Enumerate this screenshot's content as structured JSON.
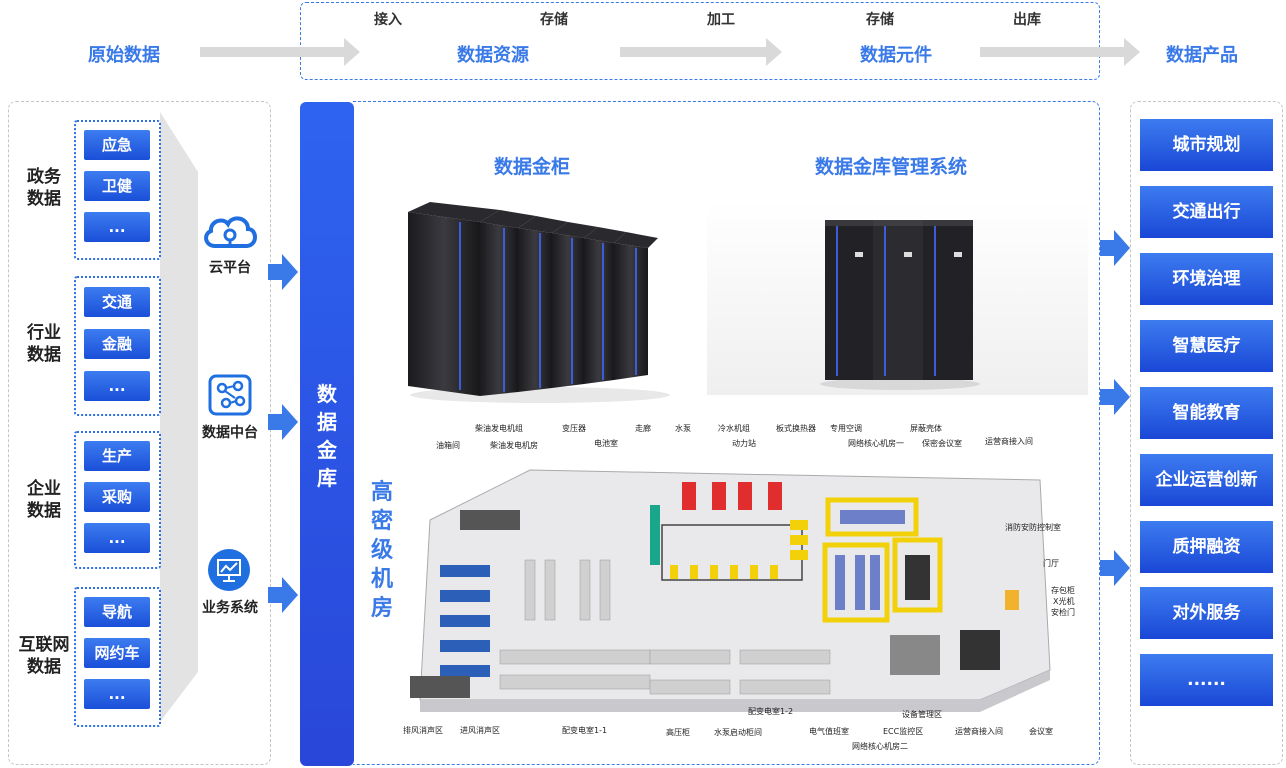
{
  "top_flow": {
    "raw_data": "原始数据",
    "data_resource": "数据资源",
    "data_element": "数据元件",
    "data_product": "数据产品",
    "steps": [
      "接入",
      "存储",
      "加工",
      "存储",
      "出库"
    ]
  },
  "sources": [
    {
      "label_lines": [
        "政务",
        "数据"
      ],
      "tags": [
        "应急",
        "卫健",
        "..."
      ]
    },
    {
      "label_lines": [
        "行业",
        "数据"
      ],
      "tags": [
        "交通",
        "金融",
        "..."
      ]
    },
    {
      "label_lines": [
        "企业",
        "数据"
      ],
      "tags": [
        "生产",
        "采购",
        "..."
      ]
    },
    {
      "label_lines": [
        "互联网",
        "数据"
      ],
      "tags": [
        "导航",
        "网约车",
        "..."
      ]
    }
  ],
  "platforms": [
    {
      "label": "云平台",
      "icon": "cloud-icon"
    },
    {
      "label": "数据中台",
      "icon": "data-hub-icon"
    },
    {
      "label": "业务系统",
      "icon": "business-system-icon"
    }
  ],
  "vault": {
    "lines": [
      "数",
      "据",
      "金",
      "库"
    ]
  },
  "center": {
    "cabinet_title": "数据金柜",
    "system_title": "数据金库管理系统",
    "room_lines": [
      "高",
      "密",
      "级",
      "机",
      "房"
    ]
  },
  "floorplan_labels": [
    "油箱间",
    "柴油发电机组",
    "柴油发电机房",
    "变压器",
    "电池室",
    "走廊",
    "水泵",
    "冷水机组",
    "动力站",
    "板式换热器",
    "专用空调",
    "网络核心机房一",
    "屏蔽壳体",
    "保密会议室",
    "运营商接入间",
    "消防安防控制室",
    "门厅",
    "存包柜",
    "X光机",
    "安检门",
    "排风消声区",
    "进风消声区",
    "配变电室1-1",
    "高压柜",
    "水泵启动柜间",
    "配变电室1-2",
    "电气值班室",
    "网络核心机房二",
    "ECC监控区",
    "设备管理区",
    "运营商接入间",
    "会议室"
  ],
  "products": [
    "城市规划",
    "交通出行",
    "环境治理",
    "智慧医疗",
    "智能教育",
    "企业运营创新",
    "质押融资",
    "对外服务",
    "......"
  ],
  "colors": {
    "accent": "#2f6fe6",
    "button": "#1a4fd8",
    "arrow_gray": "#d9d9d9",
    "dashed_gray": "#c4c4c4"
  }
}
